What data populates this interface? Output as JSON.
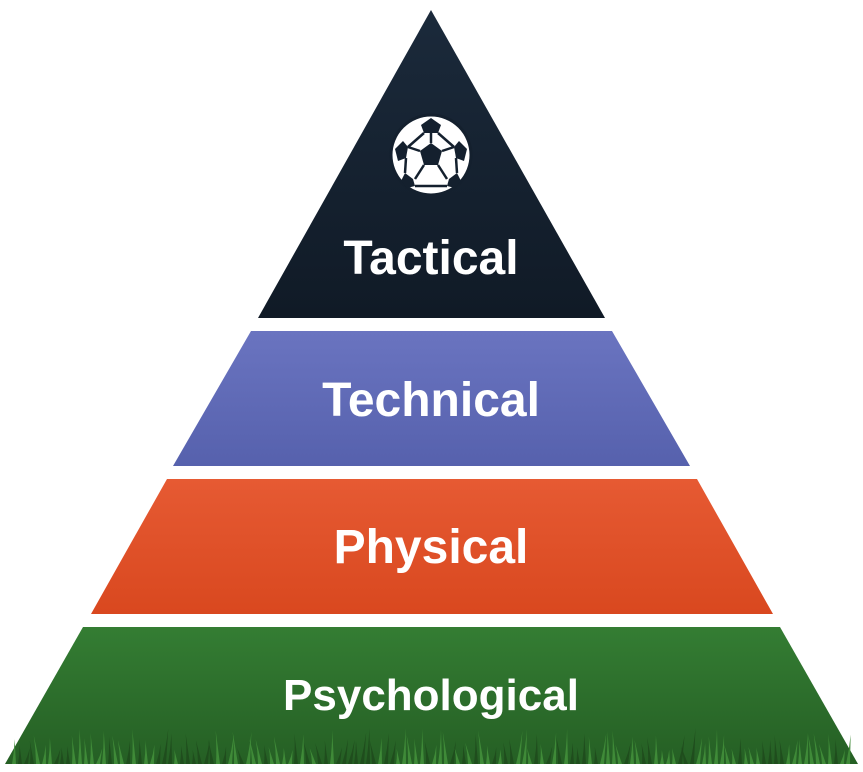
{
  "pyramid": {
    "tiers": [
      {
        "label": "Tactical",
        "color": "#14202e",
        "icon": "soccer-ball-icon"
      },
      {
        "label": "Technical",
        "color": "#5f6bb8"
      },
      {
        "label": "Physical",
        "color": "#e0522d"
      },
      {
        "label": "Psychological",
        "color": "#2f7a2f",
        "decoration": "grass"
      }
    ]
  }
}
